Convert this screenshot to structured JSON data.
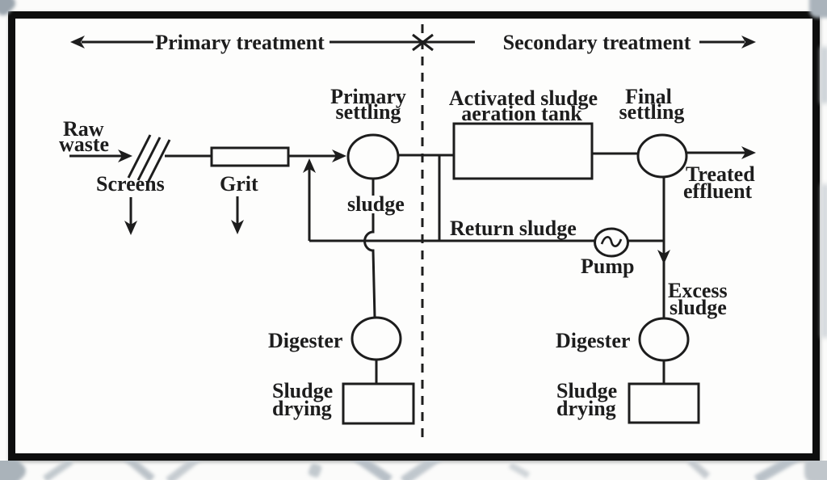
{
  "header": {
    "primary": "Primary treatment",
    "secondary": "Secondary treatment"
  },
  "labels": {
    "raw_waste": [
      "Raw",
      "waste"
    ],
    "screens": "Screens",
    "grit": "Grit",
    "primary_settling": [
      "Primary",
      "settling"
    ],
    "primary_sludge": "sludge",
    "aeration_tank": [
      "Activated sludge",
      "aeration tank"
    ],
    "final_settling": [
      "Final",
      "settling"
    ],
    "treated_effluent": [
      "Treated",
      "effluent"
    ],
    "return_sludge": "Return sludge",
    "pump": "Pump",
    "excess_sludge": [
      "Excess",
      "sludge"
    ],
    "digester_left": "Digester",
    "digester_right": "Digester",
    "sludge_drying_left": [
      "Sludge",
      "drying"
    ],
    "sludge_drying_right": [
      "Sludge",
      "drying"
    ]
  },
  "colors": {
    "ink": "#1d1d1d",
    "paper": "#fdfdfc",
    "frame": "#0e0e0e",
    "watermark_gray": "#b9c1c8"
  }
}
